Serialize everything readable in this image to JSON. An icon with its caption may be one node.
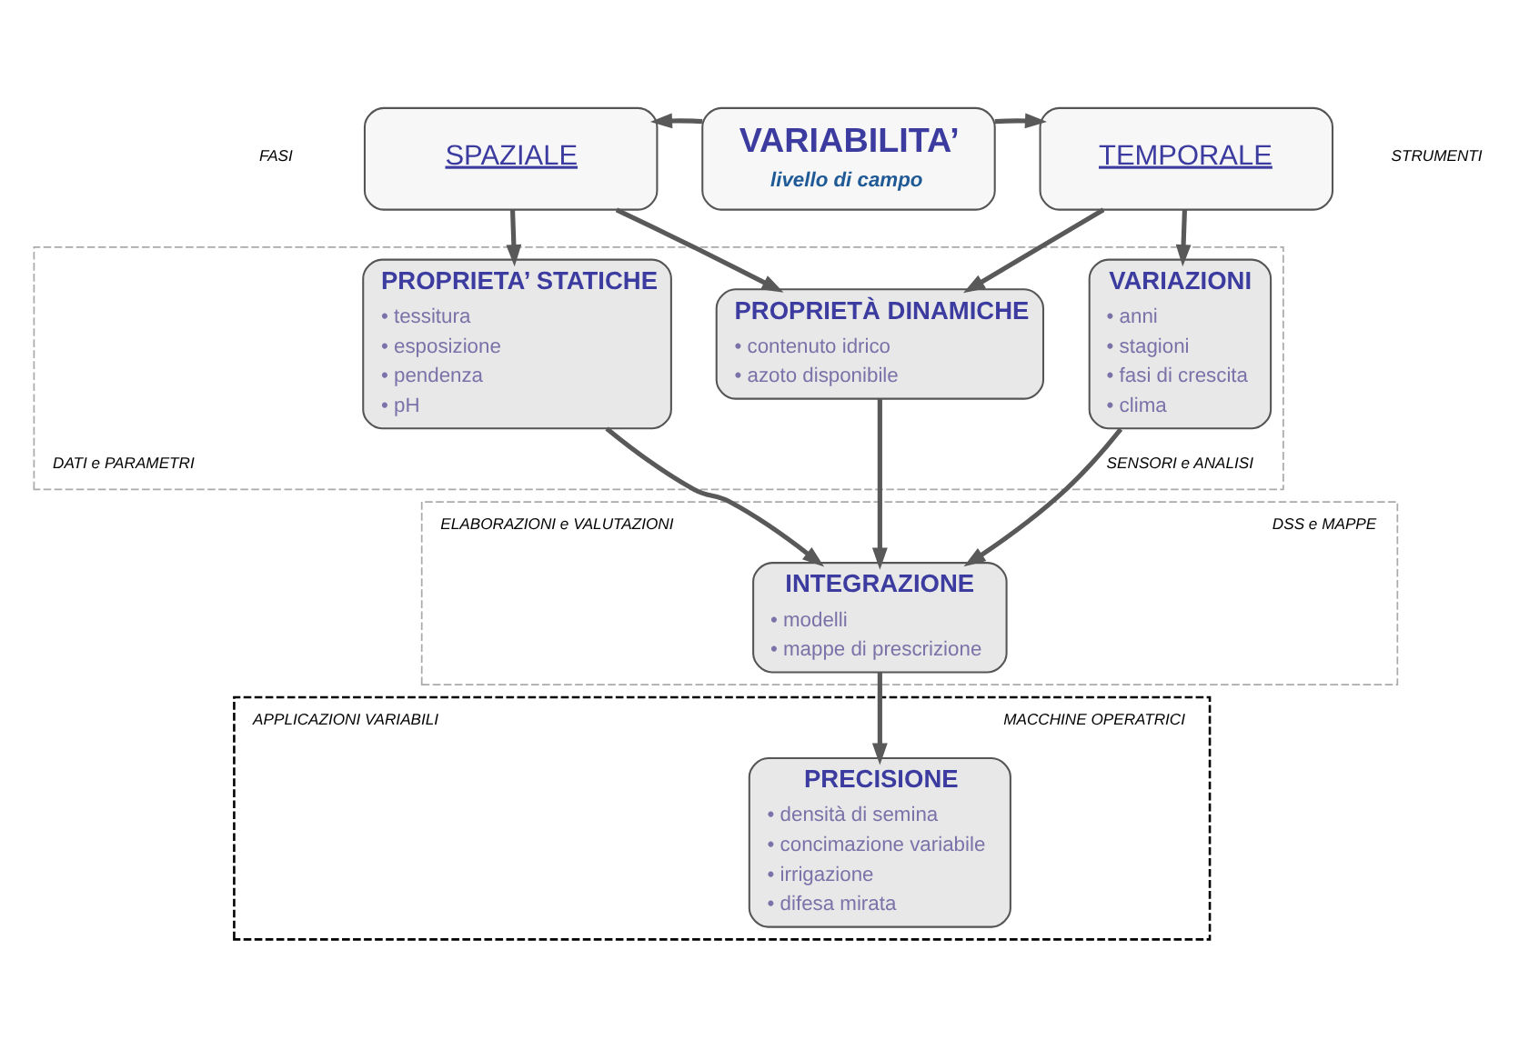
{
  "diagram": {
    "nodes": [
      {
        "text": [
          "SPAZIALE"
        ]
      },
      {
        "text": [
          "VARIABILITA’",
          "livello di campo"
        ]
      },
      {
        "text": [
          "TEMPORALE"
        ]
      },
      {
        "text": [
          "DATI e PARAMETRI",
          "SENSORI e ANALISI"
        ]
      },
      {
        "text": [
          "PROPRIETA’ STATICHE",
          "• tessitura",
          "• esposizione",
          "• pendenza",
          "• pH"
        ],
        "in": 3
      },
      {
        "text": [
          "PROPRIETÀ DINAMICHE",
          "• contenuto idrico",
          "• azoto disponibile"
        ],
        "in": 3
      },
      {
        "text": [
          "VARIAZIONI",
          "• anni",
          "• stagioni",
          "• fasi di crescita",
          "• clima"
        ],
        "in": 3
      },
      {
        "text": [
          "ELABORAZIONI e VALUTAZIONI",
          "DSS e MAPPE"
        ]
      },
      {
        "text": [
          "INTEGRAZIONE",
          "• modelli",
          "• mappe di prescrizione"
        ],
        "in": 7
      },
      {
        "text": [
          "APPLICAZIONI VARIABILI",
          "MACCHINE OPERATRICI"
        ]
      },
      {
        "text": [
          "PRECISIONE",
          "• densità di semina",
          "• concimazione variabile",
          "• irrigazione",
          "• difesa mirata"
        ],
        "in": 9
      }
    ],
    "edges": [
      {
        "from": 1,
        "to": 0,
        "arrow": "to"
      },
      {
        "from": 1,
        "to": 2,
        "arrow": "to"
      },
      {
        "from": 0,
        "to": 4,
        "arrow": "to"
      },
      {
        "from": 0,
        "to": 5,
        "arrow": "to"
      },
      {
        "from": 2,
        "to": 5,
        "arrow": "to"
      },
      {
        "from": 2,
        "to": 6,
        "arrow": "to"
      },
      {
        "from": 4,
        "to": 8,
        "arrow": "to"
      },
      {
        "from": 5,
        "to": 8,
        "arrow": "to"
      },
      {
        "from": 6,
        "to": 8,
        "arrow": "to"
      },
      {
        "from": 8,
        "to": 10,
        "arrow": "to"
      }
    ],
    "labels": [
      "FASI",
      "STRUMENTI"
    ]
  }
}
